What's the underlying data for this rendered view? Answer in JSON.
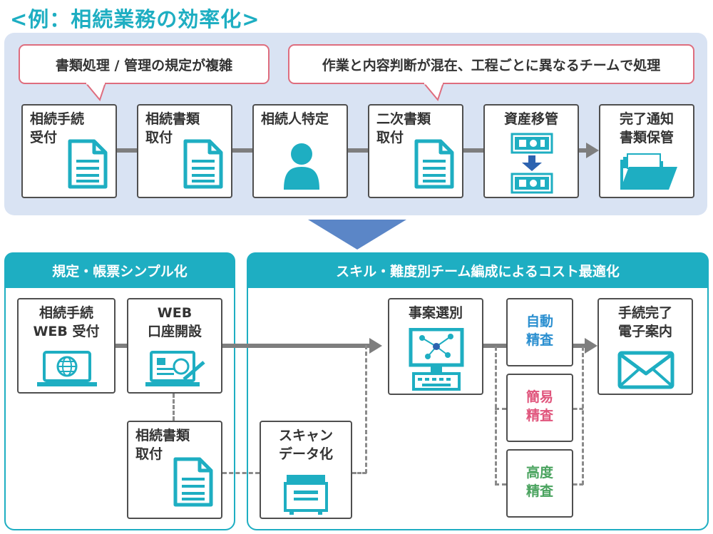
{
  "title": "<例：相続業務の効率化>",
  "top": {
    "callout_left": "書類処理 / 管理の規定が複雑",
    "callout_right": "作業と内容判断が混在、工程ごとに異なるチームで処理",
    "steps": [
      {
        "label": "相続手続\n受付",
        "icon": "document-icon"
      },
      {
        "label": "相続書類\n取付",
        "icon": "document-icon"
      },
      {
        "label": "相続人特定",
        "icon": "person-icon"
      },
      {
        "label": "二次書類\n取付",
        "icon": "document-icon"
      },
      {
        "label": "資産移管",
        "icon": "money-transfer-icon"
      },
      {
        "label": "完了通知\n書類保管",
        "icon": "folder-icon"
      }
    ]
  },
  "left_panel": {
    "header": "規定・帳票シンプル化",
    "boxes": {
      "web_reception": "相続手続\nWEB 受付",
      "web_account": "WEB\n口座開設",
      "docs": "相続書類\n取付"
    }
  },
  "right_panel": {
    "header": "スキル・難度別チーム編成によるコスト最適化",
    "boxes": {
      "scan": "スキャン\nデータ化",
      "case_sort": "事案選別",
      "auto_check": "自動\n精査",
      "simple_check": "簡易\n精査",
      "advanced_check": "高度\n精査",
      "complete": "手続完了\n電子案内"
    }
  },
  "colors": {
    "accent": "#1eaec2",
    "callout_border": "#de6d7e",
    "panel_bg": "#d9e3f3",
    "auto": "#2b8fd0",
    "simple": "#e0557c",
    "advanced": "#4aa35f"
  }
}
